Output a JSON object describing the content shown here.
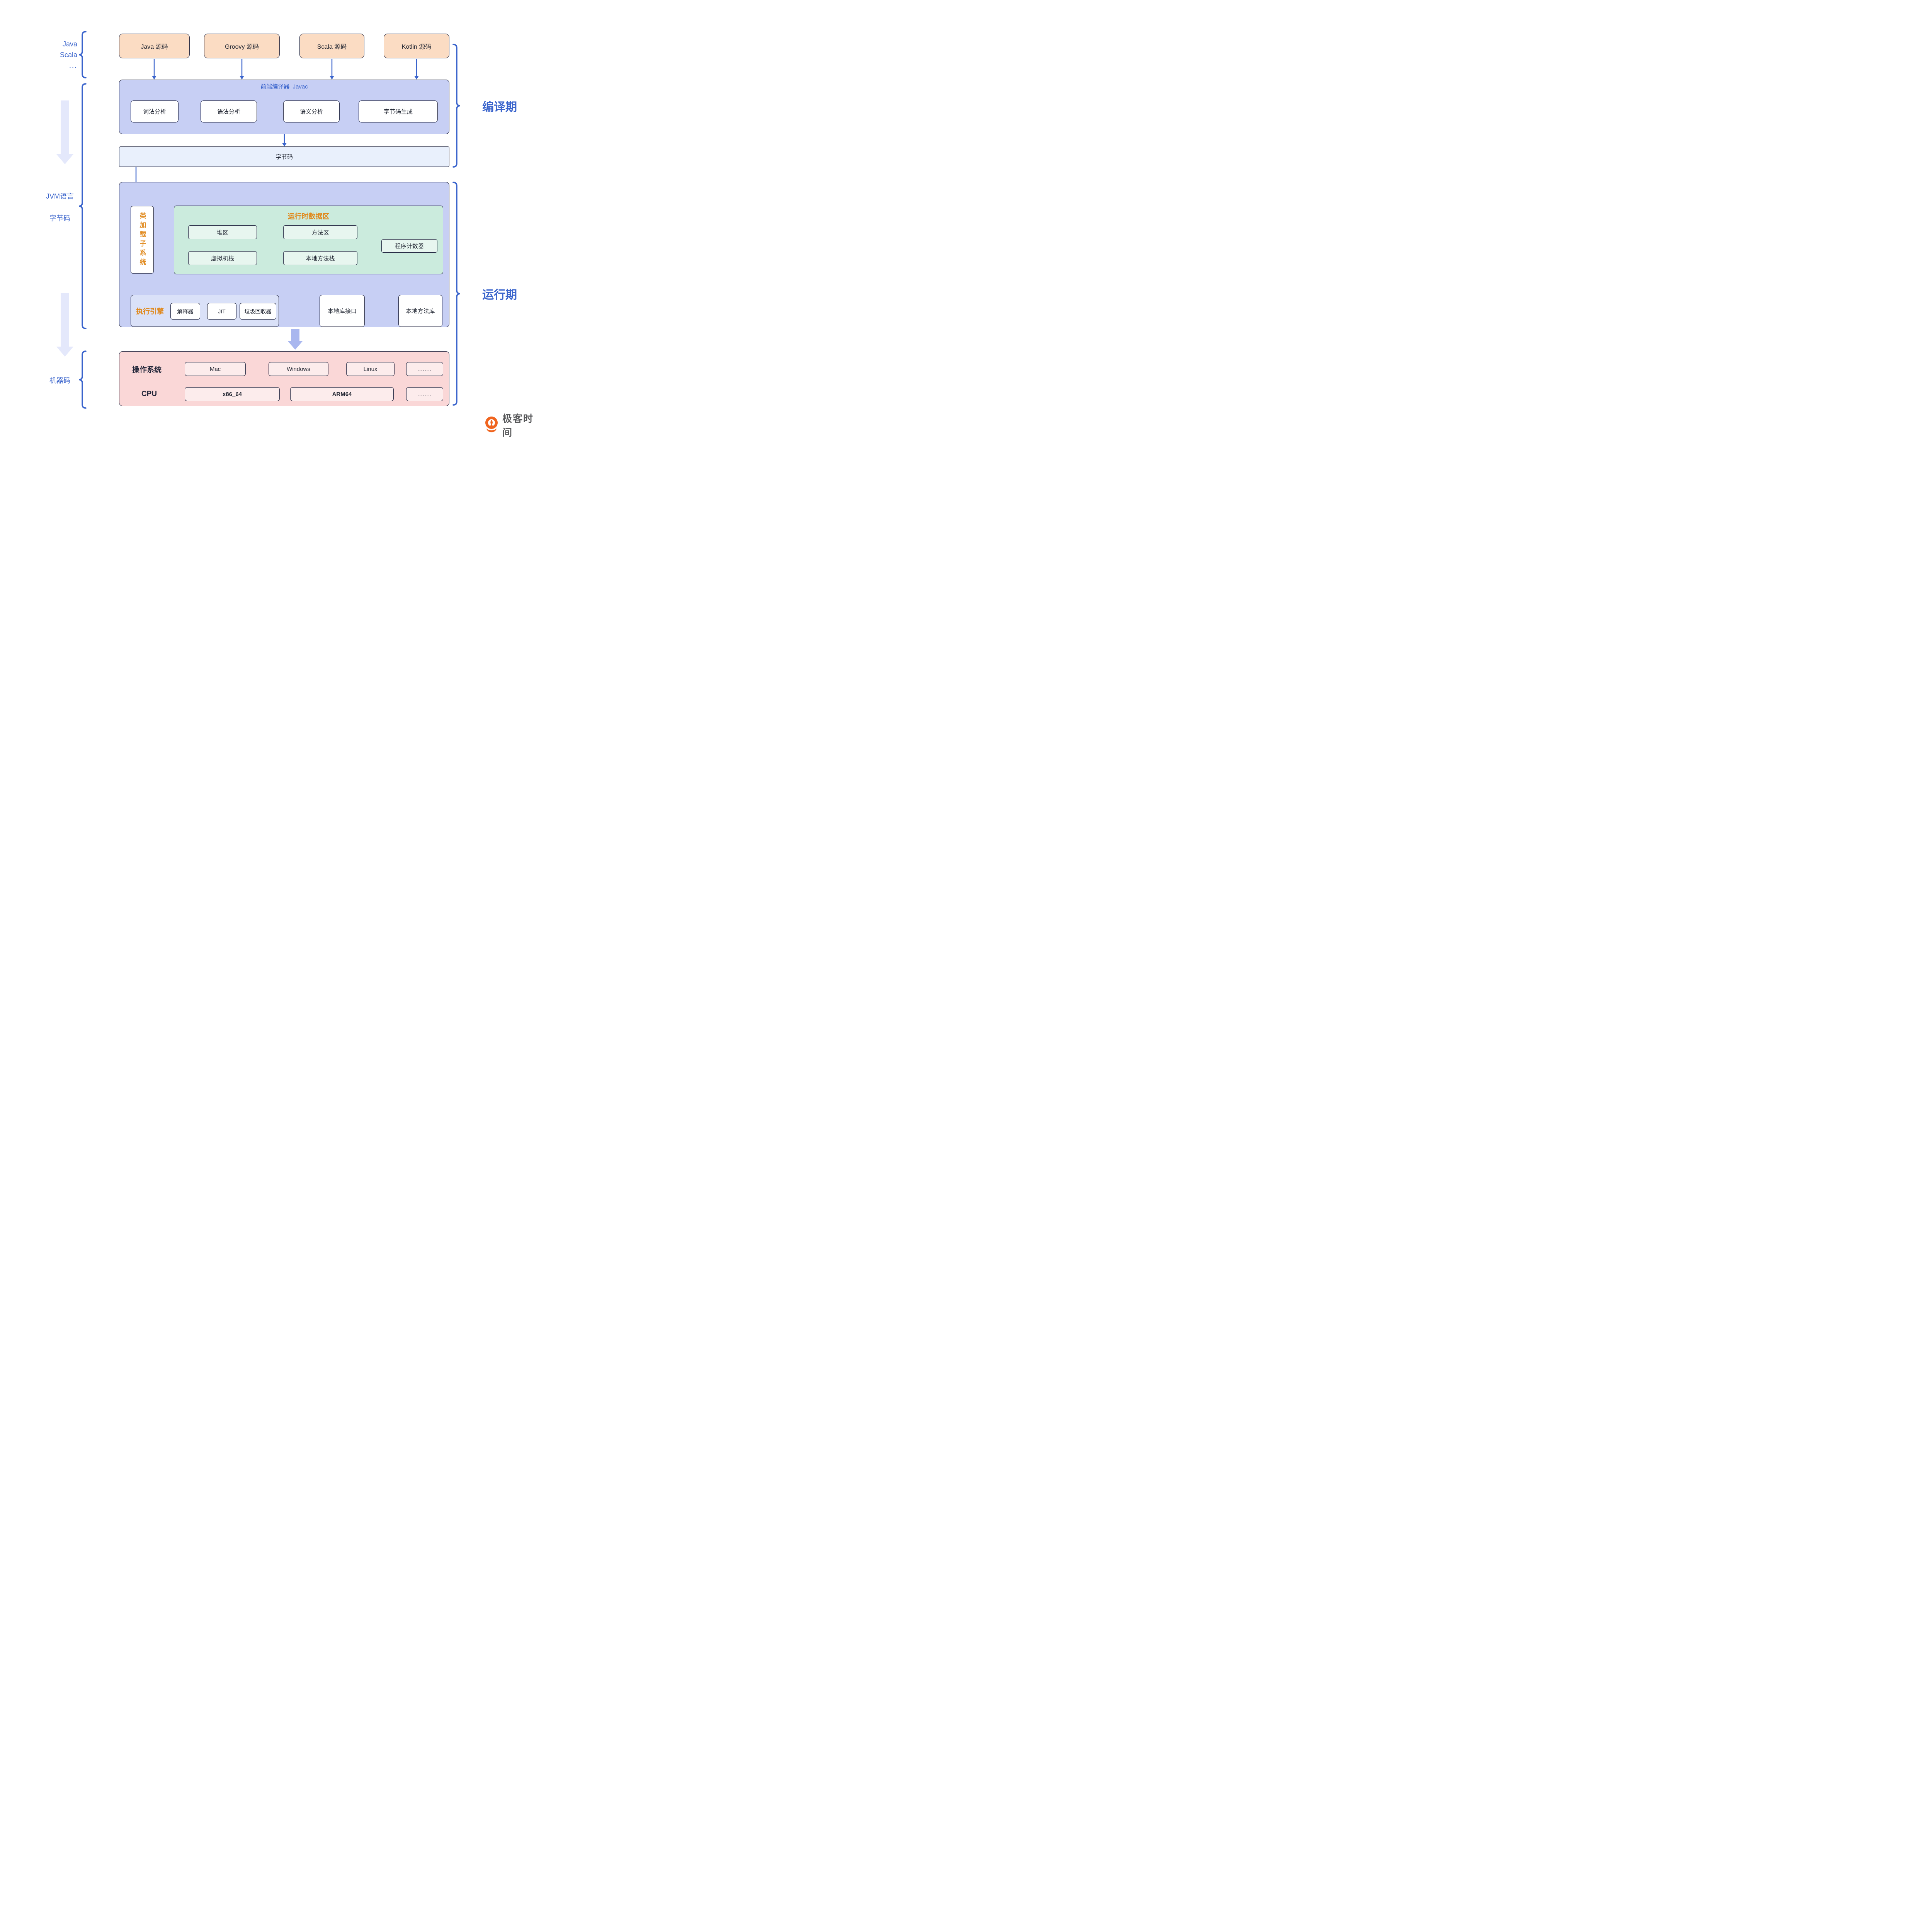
{
  "colors": {
    "accent_blue": "#3a64cc",
    "accent_orange": "#e0891c",
    "source_box_fill": "#fbdcc3",
    "compiler_fill": "#c7cff4",
    "bytecode_fill": "#e9f0fc",
    "runtime_fill": "#c7cff4",
    "data_area_fill": "#cbebdd",
    "engine_fill": "#dae1f8",
    "platform_fill": "#fad7d7",
    "border": "#232741",
    "logo_orange": "#f0641e",
    "logo_gray": "#58595b"
  },
  "left_side": {
    "source_langs": {
      "line1": "Java",
      "line2": "Scala",
      "line3": "..."
    },
    "jvm_label_line1": "JVM语言",
    "jvm_label_line2": "字节码",
    "machine_code_label": "机器码"
  },
  "right_side": {
    "compile_phase": "编译期",
    "run_phase": "运行期"
  },
  "sources": {
    "items": [
      "Java 源码",
      "Groovy 源码",
      "Scala 源码",
      "Kotlin 源码"
    ]
  },
  "compiler": {
    "title": "前端编译器  Javac",
    "stages": [
      "词法分析",
      "语法分析",
      "语义分析",
      "字节码生成"
    ]
  },
  "bytecode_bar": {
    "label": "字节码"
  },
  "runtime": {
    "classloader": "类加载子系统",
    "data_area": {
      "title": "运行时数据区",
      "heap": "堆区",
      "method_area": "方法区",
      "pc_register": "程序计数器",
      "vm_stack": "虚拟机栈",
      "native_stack": "本地方法栈"
    },
    "engine": {
      "label": "执行引擎",
      "interpreter": "解释器",
      "jit": "JIT",
      "gc": "垃圾回收器"
    },
    "native_interface": "本地库接口",
    "native_library": "本地方法库"
  },
  "platform": {
    "os_label": "操作系统",
    "os_items": [
      "Mac",
      "Windows",
      "Linux",
      "........"
    ],
    "cpu_label": "CPU",
    "cpu_items": [
      "x86_64",
      "ARM64",
      "........"
    ]
  },
  "logo": {
    "text": "极客时间"
  }
}
